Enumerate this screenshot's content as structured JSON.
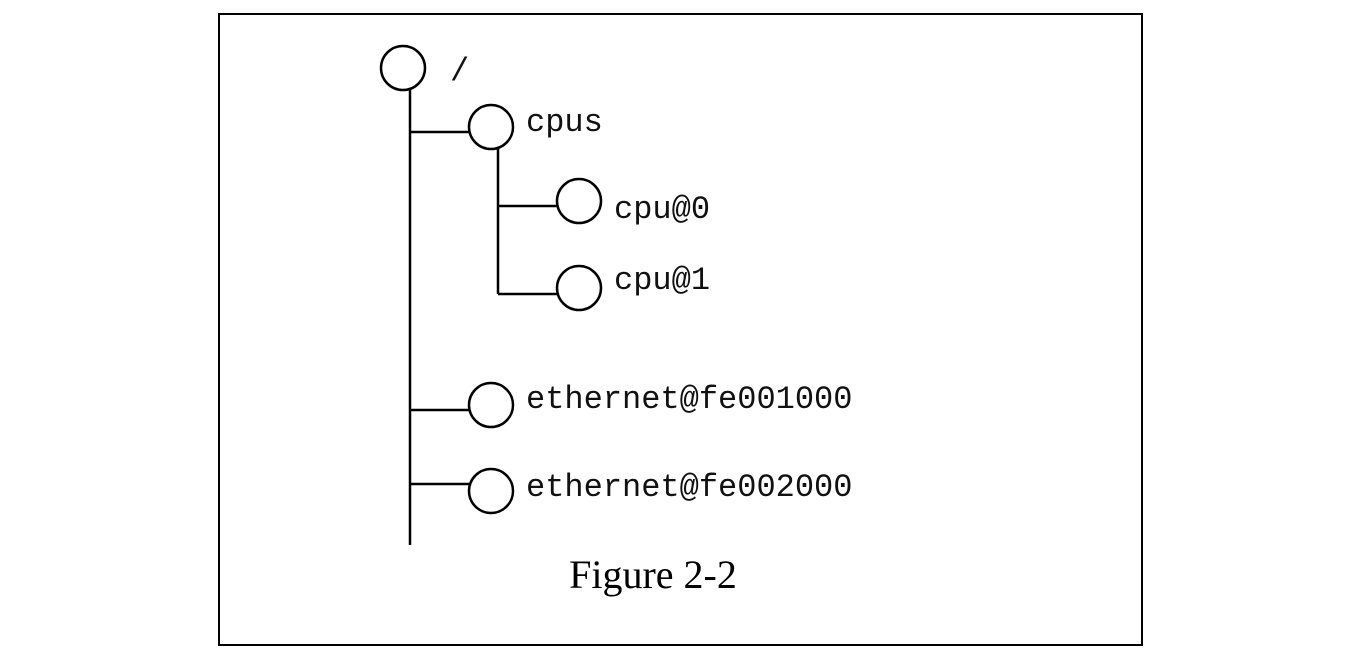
{
  "diagram": {
    "root": {
      "label": "/",
      "children": [
        {
          "label": "cpus",
          "children": [
            {
              "label": "cpu@0"
            },
            {
              "label": "cpu@1"
            }
          ]
        },
        {
          "label": "ethernet@fe001000"
        },
        {
          "label": "ethernet@fe002000"
        }
      ]
    },
    "caption": "Figure 2-2"
  }
}
